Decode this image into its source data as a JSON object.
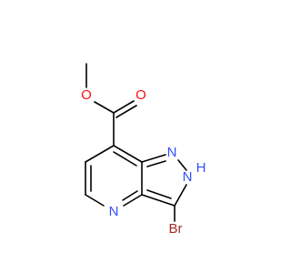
{
  "molecule": {
    "atoms": {
      "o_ether": {
        "label": "O",
        "color": "#ff0d0d"
      },
      "o_carbonyl": {
        "label": "O",
        "color": "#ff0d0d"
      },
      "n_ring1": {
        "label": "N",
        "color": "#3050f8"
      },
      "nh_ring": {
        "label": "N",
        "color": "#3050f8"
      },
      "h_on_n": {
        "label": "H",
        "color": "#3050f8"
      },
      "n_pyridine": {
        "label": "N",
        "color": "#3050f8"
      },
      "br": {
        "label": "Br",
        "color": "#a62929"
      }
    },
    "bond_color": "#000000"
  }
}
